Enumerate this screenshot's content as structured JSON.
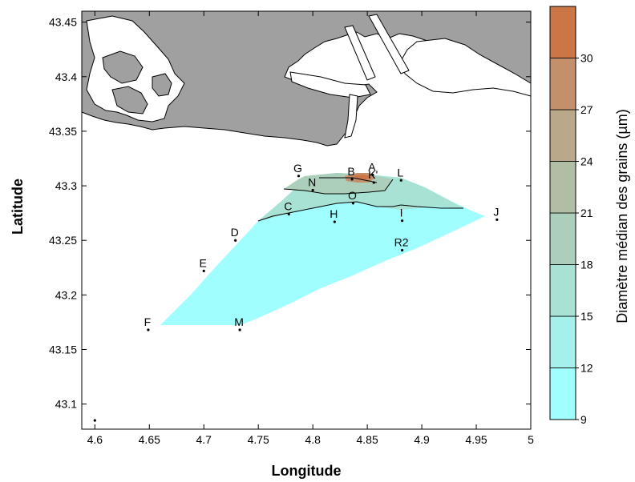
{
  "chart_data": {
    "type": "contour-map",
    "xlabel": "Longitude",
    "ylabel": "Latitude",
    "xlim": [
      4.588,
      5.0
    ],
    "ylim": [
      43.077,
      43.46
    ],
    "x_ticks": [
      "4.6",
      "4.65",
      "4.7",
      "4.75",
      "4.8",
      "4.85",
      "4.9",
      "4.95",
      "5"
    ],
    "y_ticks": [
      "43.1",
      "43.15",
      "43.2",
      "43.25",
      "43.3",
      "43.35",
      "43.4",
      "43.45"
    ],
    "colorbar": {
      "label": "Diamètre médian des grains (µm)",
      "ticks": [
        "9",
        "12",
        "15",
        "18",
        "21",
        "24",
        "27",
        "30"
      ],
      "levels": [
        9,
        12,
        15,
        18,
        21,
        24,
        27,
        30,
        33
      ],
      "colors": [
        "#a0feff",
        "#a5f0ea",
        "#a8e2d4",
        "#accfbb",
        "#b0bea5",
        "#b9a88a",
        "#c4906c",
        "#cc7647"
      ]
    },
    "land_color": "#a0a0a0",
    "stations": [
      {
        "name": "A",
        "lon": 4.855,
        "lat": 43.31
      },
      {
        "name": "B",
        "lon": 4.836,
        "lat": 43.306
      },
      {
        "name": "K'",
        "lon": 4.856,
        "lat": 43.303
      },
      {
        "name": "L",
        "lon": 4.881,
        "lat": 43.305
      },
      {
        "name": "G",
        "lon": 4.787,
        "lat": 43.309
      },
      {
        "name": "N",
        "lon": 4.8,
        "lat": 43.296
      },
      {
        "name": "O",
        "lon": 4.837,
        "lat": 43.284
      },
      {
        "name": "C",
        "lon": 4.778,
        "lat": 43.274
      },
      {
        "name": "H",
        "lon": 4.82,
        "lat": 43.267
      },
      {
        "name": "I",
        "lon": 4.882,
        "lat": 43.268
      },
      {
        "name": "J",
        "lon": 4.969,
        "lat": 43.269
      },
      {
        "name": "D",
        "lon": 4.729,
        "lat": 43.25
      },
      {
        "name": "R2",
        "lon": 4.882,
        "lat": 43.241
      },
      {
        "name": "E",
        "lon": 4.7,
        "lat": 43.222
      },
      {
        "name": "F",
        "lon": 4.649,
        "lat": 43.168
      },
      {
        "name": "M",
        "lon": 4.733,
        "lat": 43.168
      },
      {
        "name": "",
        "lon": 4.6,
        "lat": 43.085
      }
    ]
  }
}
